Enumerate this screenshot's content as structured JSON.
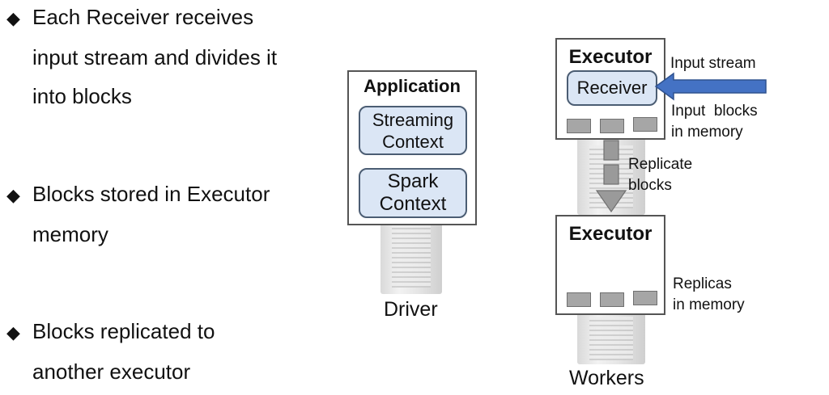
{
  "bullets": [
    {
      "lines": [
        "Each Receiver receives",
        "input stream and divides it",
        "into blocks"
      ]
    },
    {
      "lines": [
        "Blocks stored in Executor",
        "memory"
      ]
    },
    {
      "lines": [
        "Blocks replicated to",
        "another executor"
      ]
    }
  ],
  "diagram": {
    "application": {
      "title": "Application",
      "streaming_context": [
        "Streaming",
        "Context"
      ],
      "spark_context": [
        "Spark",
        "Context"
      ]
    },
    "driver_label": "Driver",
    "workers_label": "Workers",
    "executor_top": {
      "title": "Executor",
      "receiver": "Receiver"
    },
    "executor_bottom": {
      "title": "Executor"
    },
    "labels": {
      "input_stream": "Input stream",
      "input_blocks": [
        "Input  blocks",
        "in memory"
      ],
      "replicate": [
        "Replicate",
        "blocks"
      ],
      "replicas": [
        "Replicas",
        "in memory"
      ]
    },
    "colors": {
      "pill_fill": "#dbe6f5",
      "arrow": "#4472c4",
      "block": "#a6a6a6"
    }
  }
}
